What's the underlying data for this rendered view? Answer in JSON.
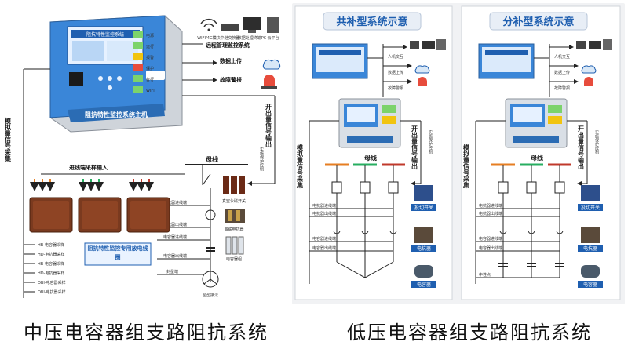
{
  "left": {
    "device_screen_title": "阻抗特性监控系统",
    "device_buttons": [
      "电源",
      "运行",
      "报警",
      "保护",
      "备行",
      "WIFI"
    ],
    "device_nameplate": "阻抗特性监控系统主机",
    "top_devices": [
      "WIFI/4G模块",
      "中继交换器",
      "数据处理终端PC",
      "云平台"
    ],
    "remote_system": "远程管理监控系统",
    "data_upload": "数据上传",
    "fault_alarm": "故障警报",
    "switch_output_vertical": "开出量信号输出",
    "analog_input_vertical": "模拟量信号采集",
    "realtime_protection": "实施保护控制",
    "busbar": "母线",
    "incoming_sampling": "进线端采样输入",
    "vacuum_switch": "真空永磁开关",
    "reactor": "串联电抗器",
    "capacitor": "电容器组",
    "star_cable": "星型接法",
    "dedicated_cable": "阻抗特性监控专用放电线圈",
    "line_labels": [
      "电抗器进线端",
      "电抗器出线端",
      "电容器进线端",
      "电容器出线端",
      "封星端"
    ],
    "sampling_rows": [
      "HB-电容器采样",
      "HD-电抗器采样",
      "HB-电容器采样",
      "HD-电抗器采样",
      "OBI-电容器采样",
      "OBI-电抗器采样"
    ],
    "caption": "中压电容器组支路阻抗系统"
  },
  "right": {
    "panel_a_title": "共补型系统示意",
    "panel_b_title": "分补型系统示意",
    "a": {
      "human_machine": "人机交互",
      "data_upload": "数据上传",
      "fault_alarm": "故障警报",
      "switch_output": "开出量信号输出",
      "realtime": "实施保护控制",
      "analog_input": "模拟量信号采集",
      "busbar": "母线",
      "switch_label": "投切开关",
      "reactor": "电抗器",
      "capacitor": "电容器",
      "line_labels": [
        "电抗器进线端",
        "电抗器出线端",
        "电容器进线端",
        "电容器出线端"
      ]
    },
    "b": {
      "human_machine": "人机交互",
      "data_upload": "数据上传",
      "fault_alarm": "故障警报",
      "switch_output": "开出量信号输出",
      "realtime": "实施保护控制",
      "analog_input": "模拟量信号采集",
      "busbar": "母线",
      "switch_label": "投切开关",
      "reactor": "电抗器",
      "capacitor": "电容器",
      "neutral": "中性点",
      "line_labels": [
        "电抗器进线端",
        "电抗器出线端",
        "电容器进线端",
        "电容器出线端"
      ]
    },
    "caption": "低压电容器组支路阻抗系统"
  }
}
